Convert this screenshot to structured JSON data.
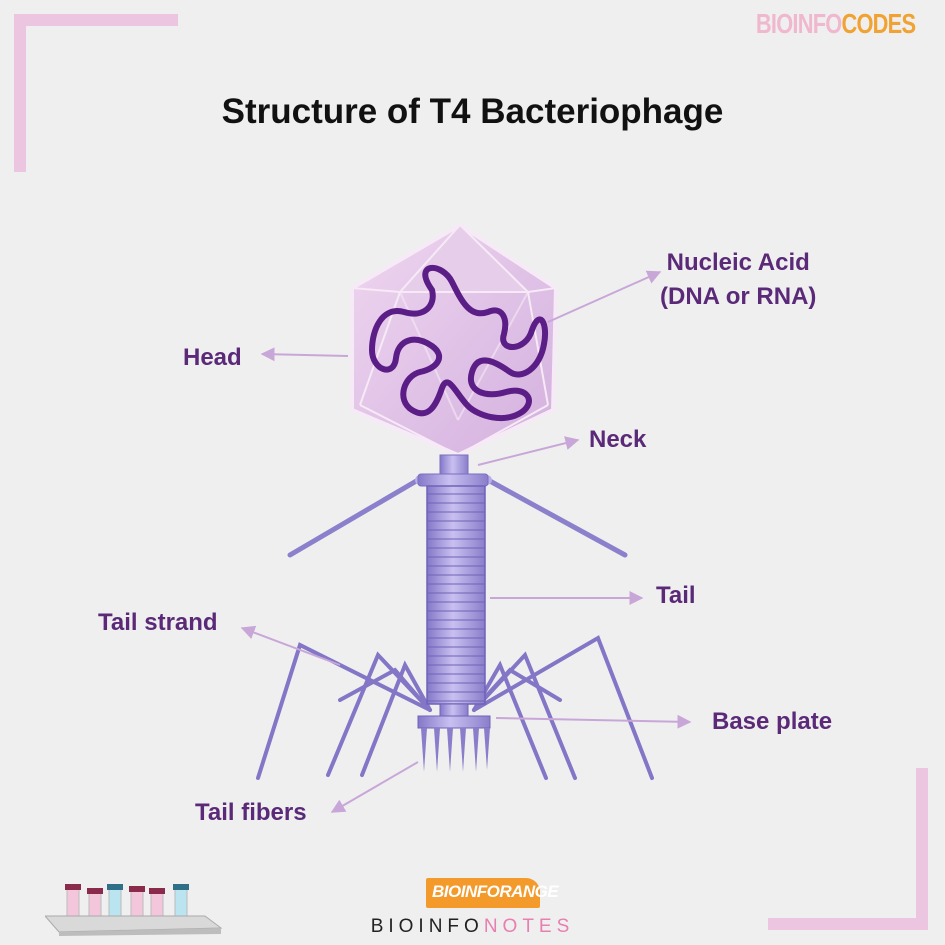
{
  "brand": {
    "part1": "BIOINFO",
    "part2": "CODES"
  },
  "title": "Structure of T4 Bacteriophage",
  "labels": {
    "nucleic_acid_line1": "Nucleic Acid",
    "nucleic_acid_line2": "(DNA or RNA)",
    "head": "Head",
    "neck": "Neck",
    "tail": "Tail",
    "tail_strand": "Tail strand",
    "base_plate": "Base plate",
    "tail_fibers": "Tail fibers"
  },
  "logo": {
    "text": "BIOINFORANGE"
  },
  "footer": {
    "part1": "BIOINFO",
    "part2": "NOTES"
  },
  "colors": {
    "label": "#5a2a78",
    "accent_pink": "#ecc6e0",
    "capsid_fill": "#e1bfe6",
    "dna": "#5b1d86",
    "structure": "#9b8fd6",
    "orange": "#f39a2b"
  }
}
